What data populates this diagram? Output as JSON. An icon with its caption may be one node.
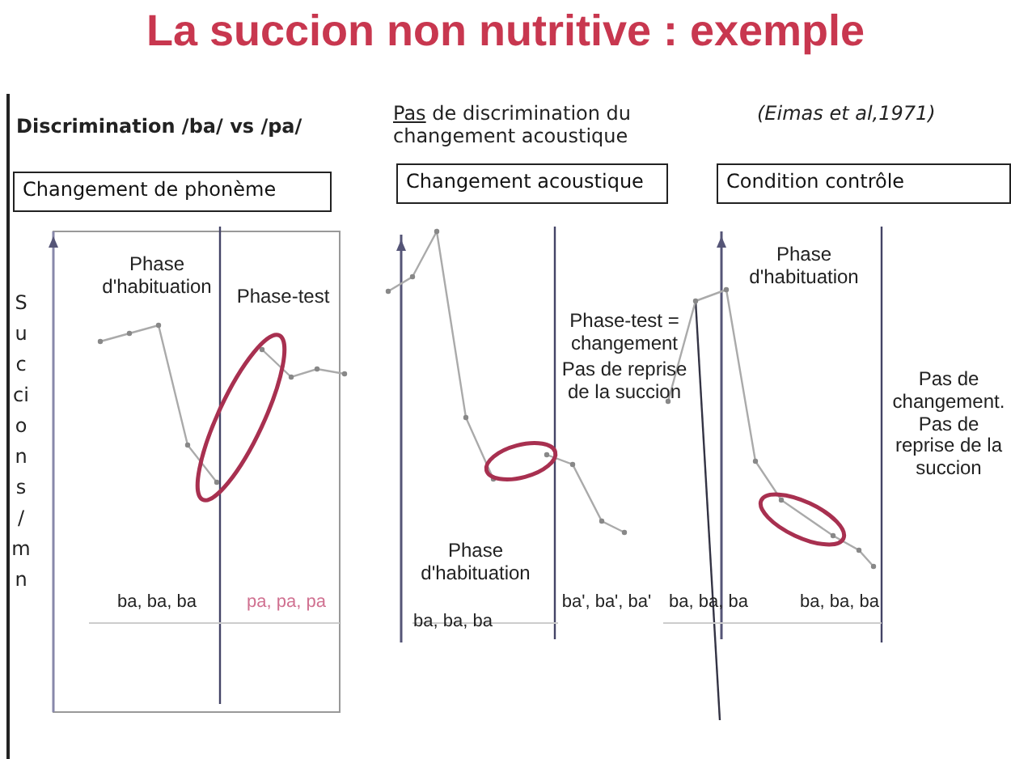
{
  "diagram": {
    "title": "La succion non nutritive : exemple",
    "nodes": [
      {
        "text": [
          "Changement de phonème"
        ]
      },
      {
        "text": [
          "Changement acoustique"
        ]
      },
      {
        "text": [
          "Condition contrôle"
        ]
      }
    ],
    "labels": [
      "Discrimination /ba/ vs /pa/",
      "**Pas** de discrimination du changement acoustique",
      "(Eimas et al,1971)",
      "Succions / mn",
      "Phase d'habituation",
      "Phase-test",
      "Phase d'habituation",
      "Phase-test = changement",
      "Pas de reprise de la succion",
      "Pas de changement. Pas de reprise de la succion",
      "Phase d'habituation",
      "ba, ba, ba",
      "pa, pa, pa",
      "ba, ba, ba",
      "ba', ba', ba'",
      "ba, ba, ba",
      "ba, ba, ba"
    ]
  }
}
